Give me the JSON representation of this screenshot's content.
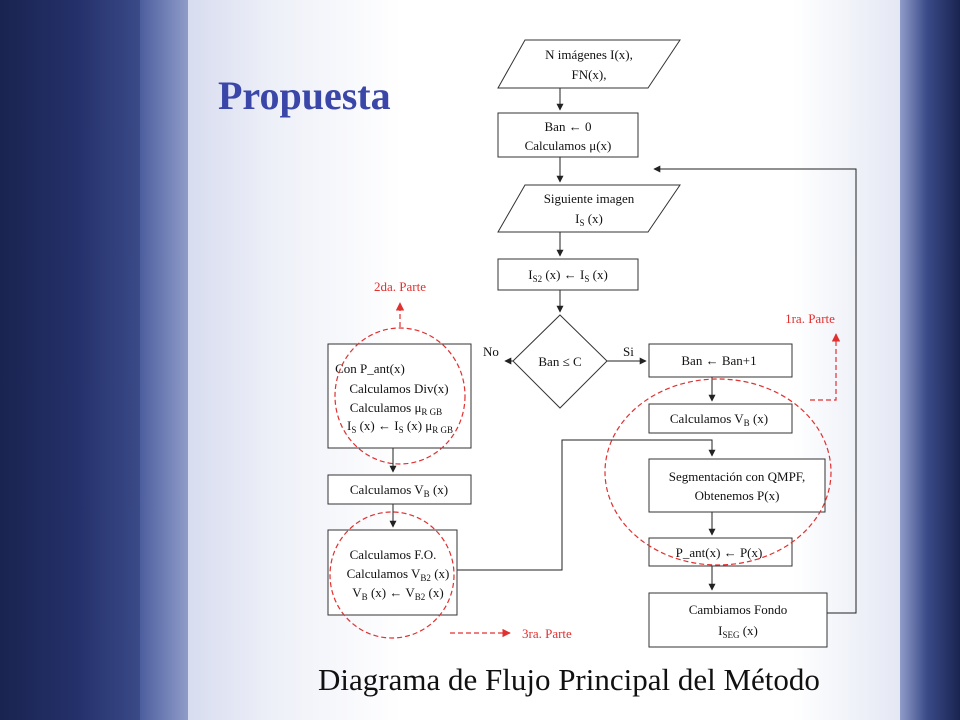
{
  "title": "Propuesta",
  "caption": "Diagrama de Flujo Principal del Método",
  "colors": {
    "title": "#3b47a8",
    "annotation": "#e03030",
    "background_band": "#1e2a55"
  },
  "nodes": {
    "input": {
      "l1": "N imágenes I(x),",
      "l2": "FN(x),"
    },
    "init": {
      "l1": "Ban ",
      "l1_arrow": "← ",
      "l1b": "0",
      "l2": "Calculamos ",
      "l2_mu": "μ",
      "l2b": "(x)"
    },
    "next_image": {
      "l1": "Siguiente imagen",
      "l2": "I",
      "l2_sub": "S",
      "l2b": " (x)"
    },
    "assign": {
      "a": "I",
      "a_sub": "S2",
      "b": " (x) ",
      "arrow": "← ",
      "c": "I",
      "c_sub": "S",
      "d": " (x)"
    },
    "decision": {
      "text": "Ban ≤ C",
      "no": "No",
      "si": "Si"
    },
    "left_block": {
      "l1": "Con P_ant(x)",
      "l2": "Calculamos Div(x)",
      "l3": "Calculamos ",
      "l3_mu": "μ",
      "l3_sub": "R GB",
      "l4a": "I",
      "l4a_sub": "S",
      "l4b": " (x) ",
      "l4_arrow": "← ",
      "l4c": "I",
      "l4c_sub": "S",
      "l4d": " (x) ",
      "l4_mu": "μ",
      "l4_sub": "R GB"
    },
    "left_vb": {
      "a": "Calculamos V",
      "a_sub": "B",
      "b": " (x)"
    },
    "left_fo": {
      "l1": "Calculamos F.O.",
      "l2a": "Calculamos V",
      "l2_sub": "B2",
      "l2b": " (x)",
      "l3a": "V",
      "l3_sub1": "B",
      "l3b": " (x) ",
      "l3_arrow": "← ",
      "l3c": "V",
      "l3_sub2": "B2",
      "l3d": " (x)"
    },
    "ban_inc": {
      "a": "Ban ",
      "arrow": "← ",
      "b": "Ban+1"
    },
    "right_vb": {
      "a": "Calculamos V",
      "a_sub": "B",
      "b": " (x)"
    },
    "seg": {
      "l1": "Segmentación con QMPF,",
      "l2": "Obtenemos P(x)"
    },
    "pant": {
      "a": "P_ant(x) ",
      "arrow": "← ",
      "b": "P(x)"
    },
    "bg": {
      "l1": "Cambiamos Fondo",
      "l2a": "I",
      "l2_sub": "SEG",
      "l2b": " (x)"
    }
  },
  "annotations": {
    "part1": "1ra. Parte",
    "part2": "2da. Parte",
    "part3": "3ra. Parte"
  }
}
